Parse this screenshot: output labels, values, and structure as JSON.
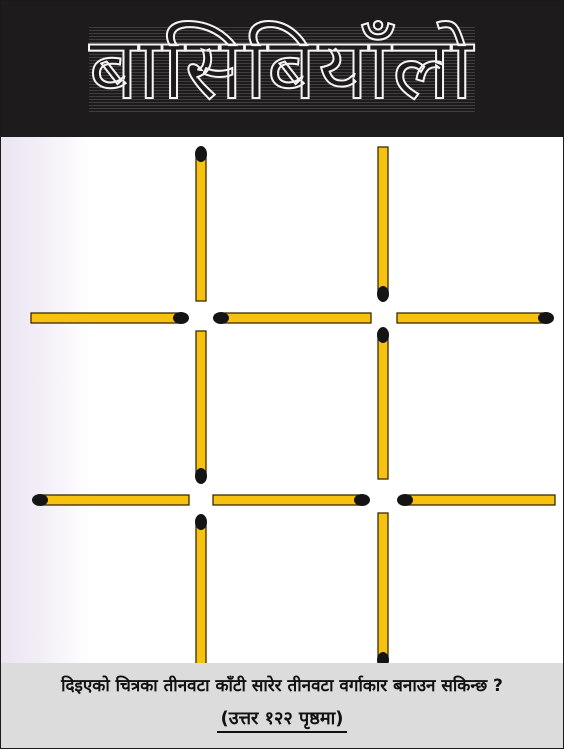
{
  "banner": {
    "title": "बासिबियाँलो"
  },
  "puzzle": {
    "grid": "3x3 squares",
    "match_count": 12,
    "colors": {
      "stick": "#f6c20f",
      "head": "#141414",
      "background": "#ffffff"
    }
  },
  "footer": {
    "question": "दिइएको चित्रका तीनवटा काँटी सारेर तीनवटा वर्गाकार बनाउन सकिन्छ ?",
    "answer_note": "(उत्तर १२२ पृष्ठमा)"
  }
}
